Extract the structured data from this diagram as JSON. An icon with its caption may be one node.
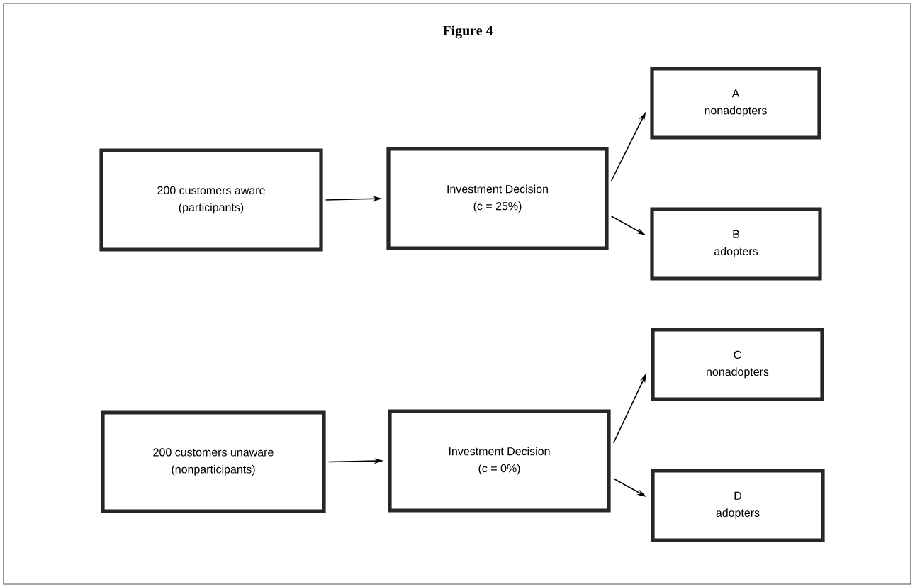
{
  "diagram": {
    "title": "Figure 4",
    "nodes": [
      {
        "text": [
          "200 customers aware",
          "(participants)"
        ]
      },
      {
        "text": [
          "Investment Decision",
          "(c = 25%)"
        ]
      },
      {
        "text": [
          "A",
          "nonadopters"
        ]
      },
      {
        "text": [
          "B",
          "adopters"
        ]
      },
      {
        "text": [
          "200 customers unaware",
          "(nonparticipants)"
        ]
      },
      {
        "text": [
          "Investment Decision",
          "(c = 0%)"
        ]
      },
      {
        "text": [
          "C",
          "nonadopters"
        ]
      },
      {
        "text": [
          "D",
          "adopters"
        ]
      }
    ],
    "edges": [
      {
        "from": 0,
        "to": 1,
        "arrow": "to"
      },
      {
        "from": 1,
        "to": 2,
        "arrow": "to"
      },
      {
        "from": 1,
        "to": 3,
        "arrow": "to"
      },
      {
        "from": 4,
        "to": 5,
        "arrow": "to"
      },
      {
        "from": 5,
        "to": 6,
        "arrow": "to"
      },
      {
        "from": 5,
        "to": 7,
        "arrow": "to"
      }
    ]
  }
}
